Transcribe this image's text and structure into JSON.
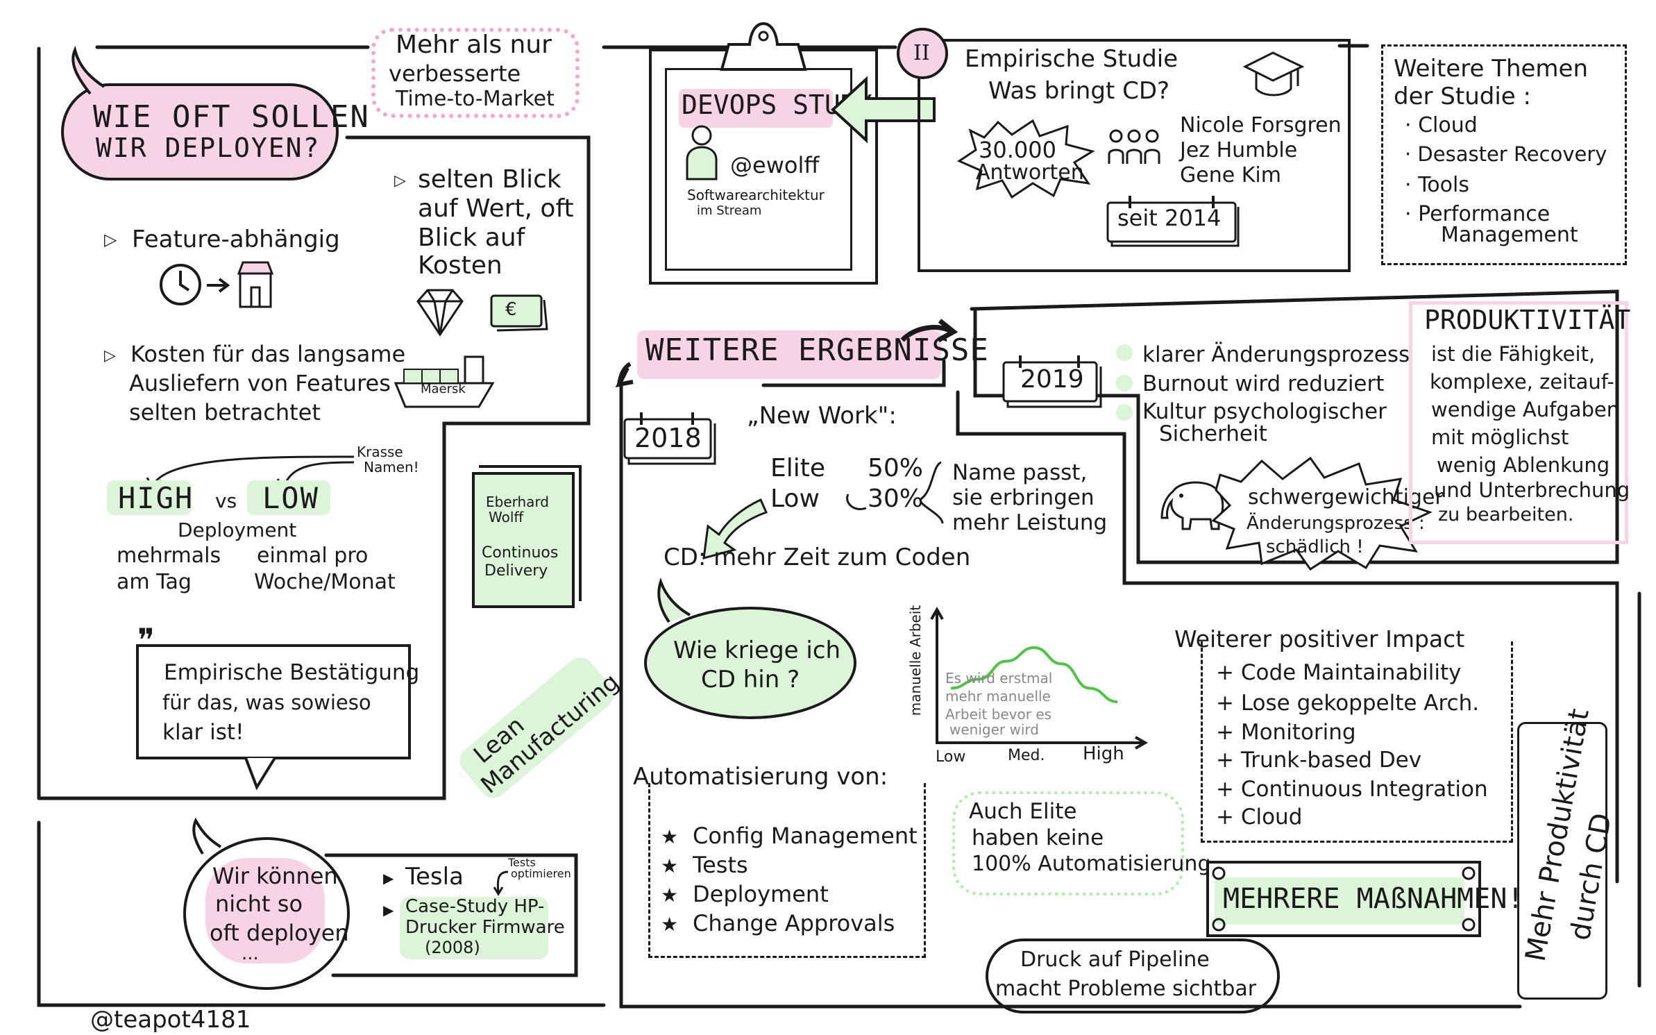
{
  "colors": {
    "ink": "#1a1a1a",
    "pink": "#f7d3e6",
    "green": "#dcf5d9",
    "curve": "#4cc640",
    "grey": "#888888"
  },
  "deploy": {
    "title_line1": "WIE OFT SOLLEN",
    "title_line2": "WIR DEPLOYEN?",
    "feature": "Feature-abhängig",
    "costs_line1": "Kosten für das langsame",
    "costs_line2": "Ausliefern von Features",
    "costs_line3": "selten betrachtet",
    "value_line1": "selten Blick",
    "value_line2": "auf Wert, oft",
    "value_line3": "Blick auf",
    "value_line4": "Kosten",
    "euro_symbol": "€",
    "ship_label": "Maersk",
    "krasse_line1": "Krasse",
    "krasse_line2": "Namen!",
    "high": "HIGH",
    "vs": "vs",
    "low": "LOW",
    "deployment": "Deployment",
    "high_desc_line1": "mehrmals",
    "high_desc_line2": "am Tag",
    "low_desc_line1": "einmal pro",
    "low_desc_line2": "Woche/Monat",
    "quote_mark": "❞",
    "quote_line1": "Empirische Bestätigung",
    "quote_line2": "für das, was sowieso",
    "quote_line3": "klar ist!"
  },
  "market": {
    "line1": "Mehr als nur",
    "line2": "verbesserte",
    "line3": "Time-to-Market"
  },
  "book": {
    "author_line1": "Eberhard",
    "author_line2": "Wolff",
    "title_line1": "Continuos",
    "title_line2": "Delivery"
  },
  "lean": {
    "line1": "Lean",
    "line2": "Manufacturing"
  },
  "bottom_left": {
    "bubble_line1": "Wir können",
    "bubble_line2": "nicht so",
    "bubble_line3": "oft deployen",
    "bubble_line4": "...",
    "tesla": "Tesla",
    "tests_line1": "Tests",
    "tests_line2": "optimieren",
    "case_line1": "Case-Study HP-",
    "case_line2": "Drucker Firmware",
    "case_line3": "(2008)"
  },
  "credit": "@teapot4181",
  "devops": {
    "title": "DEVOPS STUDY",
    "handle": "@ewolff",
    "sub_line1": "Softwarearchitektur",
    "sub_line2": "im Stream"
  },
  "study": {
    "number": "II",
    "title_line1": "Empirische Studie",
    "title_line2": "Was bringt CD?",
    "answers_line1": "30.000",
    "answers_line2": "Antworten",
    "author1": "Nicole Forsgren",
    "author2": "Jez Humble",
    "author3": "Gene Kim",
    "since": "seit 2014"
  },
  "topics": {
    "title_line1": "Weitere Themen",
    "title_line2": "der Studie :",
    "items": [
      "· Cloud",
      "· Desaster Recovery",
      "· Tools",
      "· Performance"
    ],
    "item4_line2": "Management"
  },
  "results": {
    "title": "WEITERE ERGEBNISSE",
    "year2018": "2018",
    "new_work": "„New Work\":",
    "elite": "Elite",
    "elite_pct": "50%",
    "low": "Low",
    "low_pct": "30%",
    "name_line1": "Name passt,",
    "name_line2": "sie erbringen",
    "name_line3": "mehr Leistung",
    "cd": "CD: mehr Zeit zum Coden",
    "how_line1": "Wie kriege ich",
    "how_line2": "CD hin ?",
    "auto_title": "Automatisierung von:",
    "auto_items": [
      "Config Management",
      "Tests",
      "Deployment",
      "Change Approvals"
    ],
    "elite_auto_line1": "Auch Elite",
    "elite_auto_line2": "haben keine",
    "elite_auto_line3": "100% Automatisierung",
    "pipeline_line1": "Druck auf Pipeline",
    "pipeline_line2": "macht Probleme sichtbar"
  },
  "chart_data": {
    "type": "line",
    "x": [
      "Low",
      "Med.",
      "High"
    ],
    "ylabel": "manuelle Arbeit",
    "annotation_line1": "Es wird erstmal",
    "annotation_line2": "mehr manuelle",
    "annotation_line3": "Arbeit bevor es",
    "annotation_line4": "weniger wird",
    "y_unit_note": "",
    "series": [
      {
        "values": [
          0.45,
          0.55,
          0.75,
          0.9,
          0.72,
          0.45,
          0.3
        ]
      }
    ]
  },
  "y2019": {
    "year": "2019",
    "items": [
      "klarer Änderungsprozess",
      "Burnout wird reduziert",
      "Kultur psychologischer"
    ],
    "item3_line2": "Sicherheit",
    "heavy_line1": "schwergewichtiger",
    "heavy_line2": "Änderungsprozess :",
    "heavy_line3": "schädlich !"
  },
  "productivity": {
    "title": "PRODUKTIVITÄT",
    "lines": [
      "ist die Fähigkeit,",
      "komplexe, zeitauf-",
      "wendige Aufgaben",
      "mit möglichst",
      "wenig Ablenkung",
      "und Unterbrechung",
      "zu bearbeiten."
    ]
  },
  "impact": {
    "title": "Weiterer positiver Impact",
    "items": [
      "+ Code Maintainability",
      "+ Lose gekoppelte Arch.",
      "+ Monitoring",
      "+ Trunk-based Dev",
      "+ Continuous Integration",
      "+ Cloud"
    ]
  },
  "measures": {
    "label": "MEHRERE MAßNAHMEN!"
  },
  "vertical": {
    "line1": "Mehr Produktivität",
    "line2": "durch CD"
  }
}
